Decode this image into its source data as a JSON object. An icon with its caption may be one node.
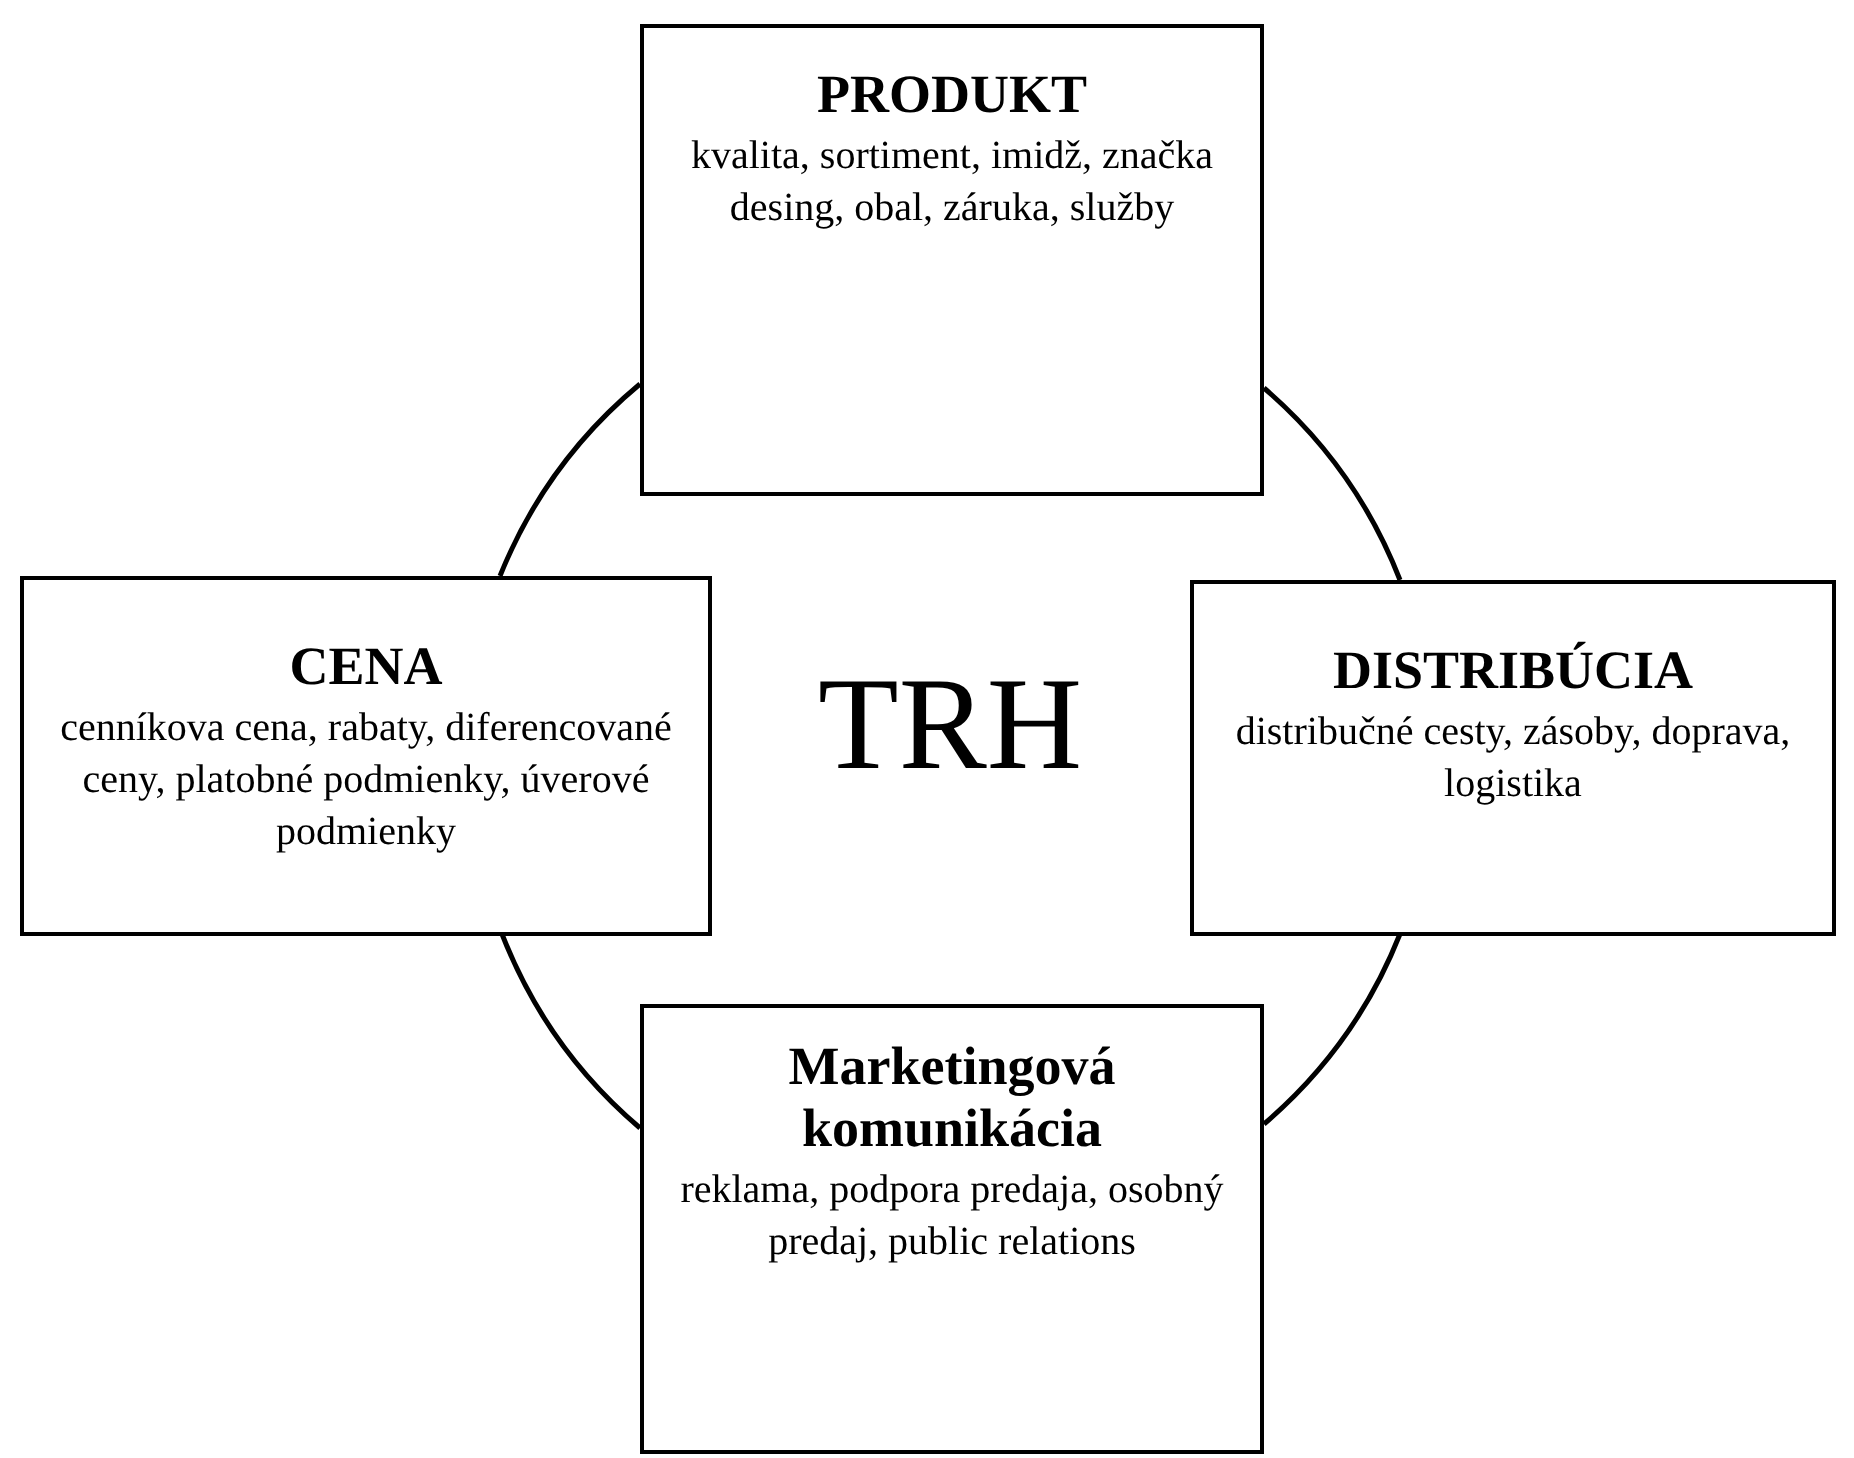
{
  "diagram": {
    "nodes": [
      {
        "text": [
          "PRODUKT",
          "kvalita, sortiment, imidž, značka desing, obal, záruka, služby"
        ]
      },
      {
        "text": [
          "CENA",
          "cenníkova cena, rabaty, diferencované ceny, platobné podmienky, úverové podmienky"
        ]
      },
      {
        "text": [
          "DISTRIBÚCIA",
          "distribučné cesty, zásoby, doprava, logistika"
        ]
      },
      {
        "text": [
          "Marketingová komunikácia",
          "reklama, podpora predaja, osobný predaj, public relations"
        ]
      }
    ],
    "edges": [
      {
        "from": 0,
        "to": 2,
        "arrow": "none"
      },
      {
        "from": 2,
        "to": 3,
        "arrow": "none"
      },
      {
        "from": 3,
        "to": 1,
        "arrow": "none"
      },
      {
        "from": 1,
        "to": 0,
        "arrow": "none"
      }
    ],
    "labels": [
      "TRH"
    ]
  }
}
